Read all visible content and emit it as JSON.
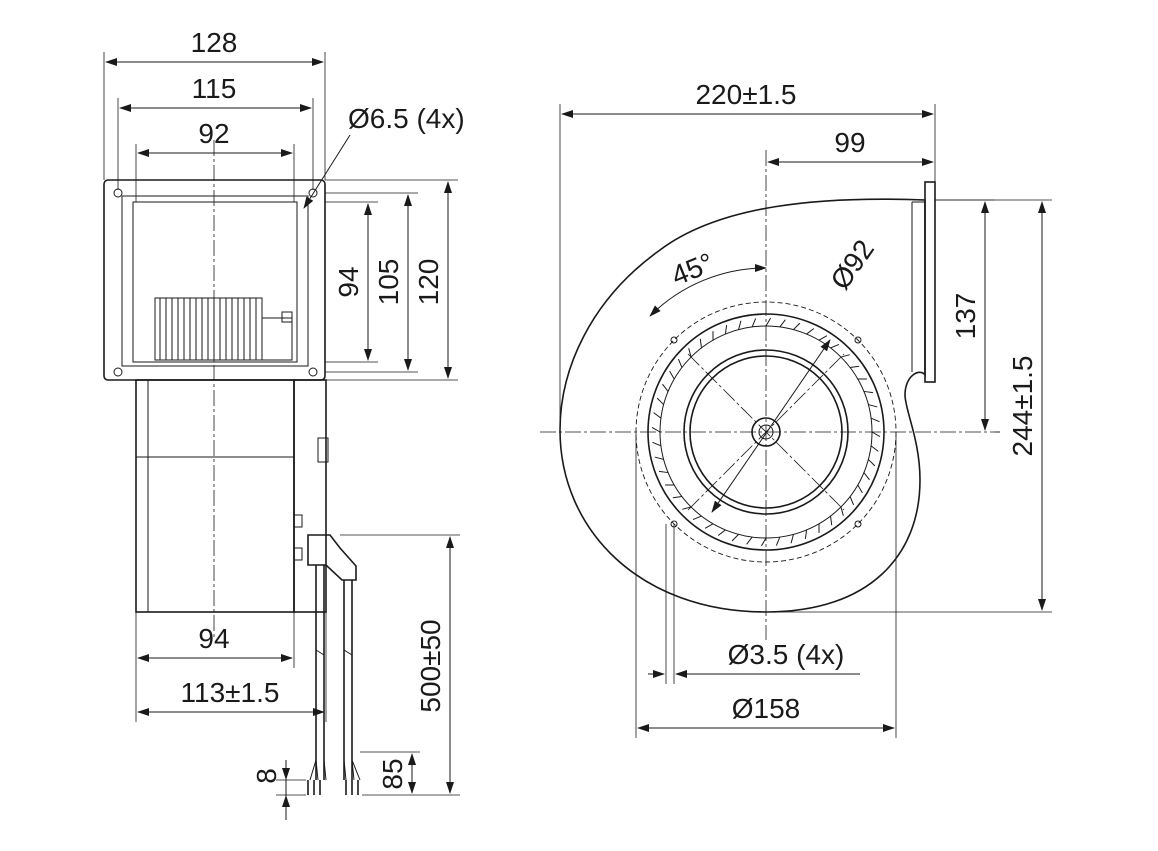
{
  "side_view": {
    "overall_width": "128",
    "hole_pitch_width": "115",
    "inner_width": "92",
    "mounting_holes": "Ø6.5 (4x)",
    "inner_height": "94",
    "hole_pitch_height": "105",
    "overall_height": "120",
    "body_width": "94",
    "body_depth": "113±1.5",
    "cable_length": "500±50",
    "wire_strip": "8",
    "wire_end": "85"
  },
  "front_view": {
    "overall_width": "220±1.5",
    "outlet_offset": "99",
    "inlet_diameter": "Ø92",
    "angle": "45°",
    "outlet_height": "137",
    "overall_height": "244±1.5",
    "mount_holes": "Ø3.5 (4x)",
    "hole_circle": "Ø158"
  }
}
